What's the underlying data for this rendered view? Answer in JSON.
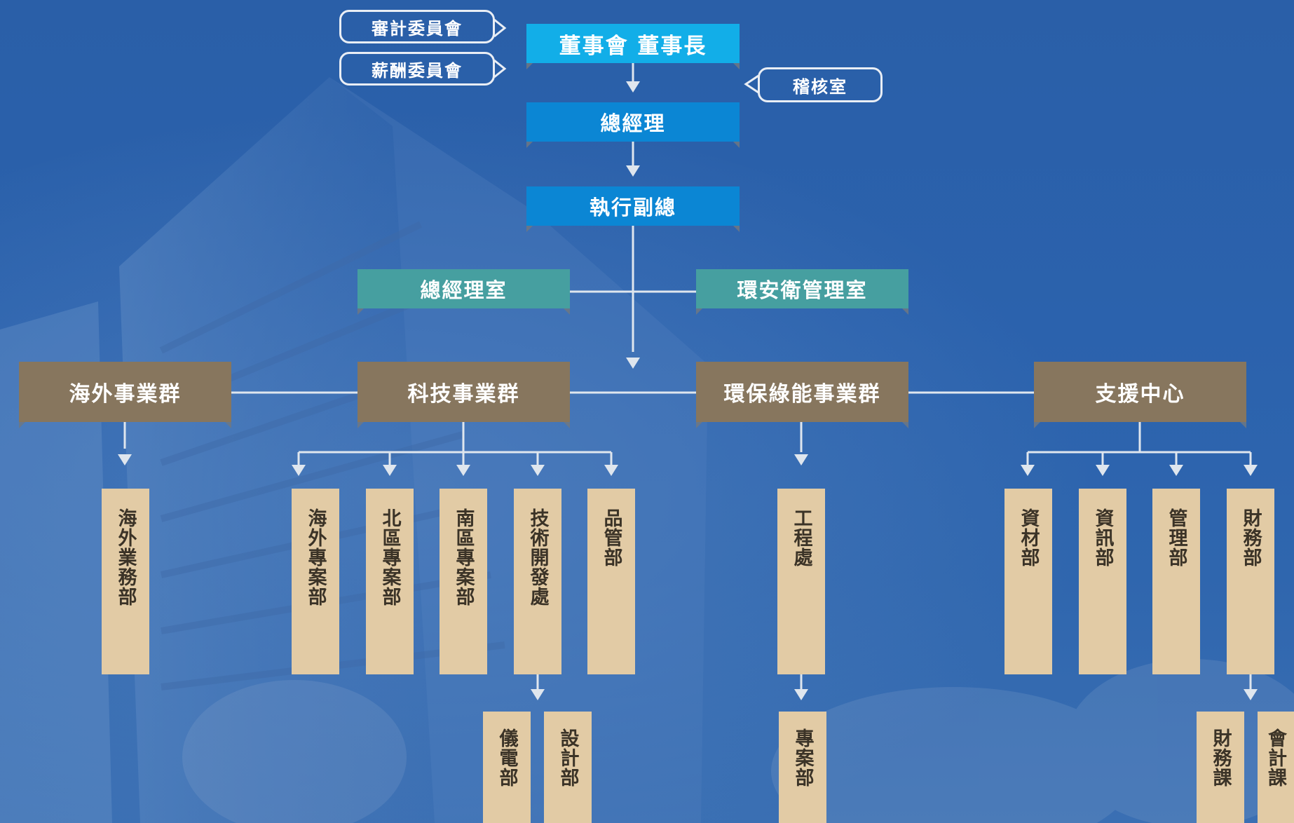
{
  "board": {
    "label": "董事會 董事長"
  },
  "committees": {
    "audit": "審計委員會",
    "salary": "薪酬委員會"
  },
  "audit_office": "稽核室",
  "gm": "總經理",
  "evp": "執行副總",
  "staff": {
    "gm_office": "總經理室",
    "ehs_office": "環安衛管理室"
  },
  "groups": {
    "overseas": "海外事業群",
    "tech": "科技事業群",
    "env": "環保綠能事業群",
    "support": "支援中心"
  },
  "departments": {
    "overseas_business": "海外業務部",
    "overseas_project": "海外專案部",
    "north_project": "北區專案部",
    "south_project": "南區專案部",
    "tech_dev": "技術開發處",
    "quality": "品管部",
    "engineering": "工程處",
    "materials": "資材部",
    "it": "資訊部",
    "management": "管理部",
    "finance": "財務部"
  },
  "sub_departments": {
    "instrument_electrical": "儀電部",
    "design": "設計部",
    "project": "專案部",
    "finance_section": "財務課",
    "accounting_section": "會計課"
  },
  "colors": {
    "background": "#2a5fa8",
    "board": "#12aee8",
    "executive": "#0b86d4",
    "staff": "#469fa0",
    "group": "#87765e",
    "department": "#e2cba5",
    "connector": "#dfe6ee"
  }
}
